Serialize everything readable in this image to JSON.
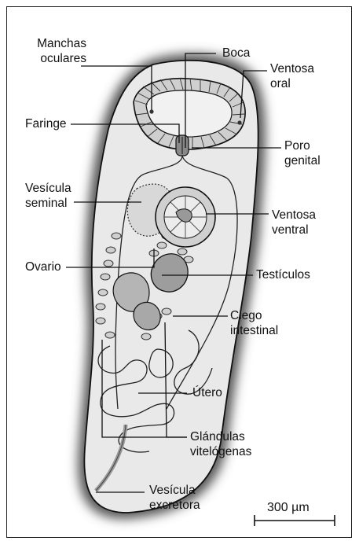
{
  "labels": {
    "manchas_oculares": "Manchas\noculares",
    "boca": "Boca",
    "ventosa_oral": "Ventosa\noral",
    "faringe": "Faringe",
    "poro_genital": "Poro\ngenital",
    "vesicula_seminal": "Vesícula\nseminal",
    "ventosa_ventral": "Ventosa\nventral",
    "ovario": "Ovario",
    "testiculos": "Testículos",
    "ciego_intestinal": "Ciego\nintestinal",
    "utero": "Útero",
    "glandulas_vitelogenas": "Glándulas\nvitelógenas",
    "vesicula_excretora": "Vesícula\nexcretora"
  },
  "scale": {
    "label": "300 µm"
  },
  "colors": {
    "body_fill": "#e9e9e9",
    "halo": "#6e6e6e",
    "organ_fill": "#bdbdbd",
    "line": "#111111"
  }
}
